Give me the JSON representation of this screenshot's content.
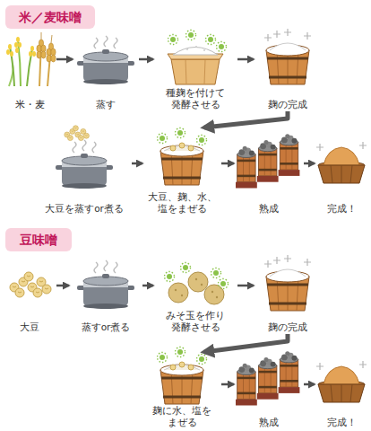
{
  "diagram": {
    "nodes": [
      {
        "text": [
          "米／麦味噌"
        ]
      },
      {
        "text": [
          "米・麦"
        ]
      },
      {
        "text": [
          "蒸す"
        ]
      },
      {
        "text": [
          "種麹を付けて 発酵させる"
        ]
      },
      {
        "text": [
          "麹の完成"
        ]
      },
      {
        "text": [
          "大豆を蒸すor煮る"
        ]
      },
      {
        "text": [
          "大豆、麹、水、 塩をまぜる"
        ]
      },
      {
        "text": [
          "熟成"
        ]
      },
      {
        "text": [
          "完成！"
        ]
      },
      {
        "text": [
          "豆味噌"
        ]
      },
      {
        "text": [
          "大豆"
        ]
      },
      {
        "text": [
          "蒸すor煮る"
        ]
      },
      {
        "text": [
          "みそ玉を作り 発酵させる"
        ]
      },
      {
        "text": [
          "麹の完成"
        ]
      },
      {
        "text": [
          "麹に水、塩を まぜる"
        ]
      },
      {
        "text": [
          "熟成"
        ]
      },
      {
        "text": [
          "完成！"
        ]
      }
    ],
    "edges": [
      {
        "from": 1,
        "to": 2,
        "arrow": "to"
      },
      {
        "from": 2,
        "to": 3,
        "arrow": "to"
      },
      {
        "from": 3,
        "to": 4,
        "arrow": "to"
      },
      {
        "from": 4,
        "to": 6,
        "arrow": "to"
      },
      {
        "from": 5,
        "to": 6,
        "arrow": "to"
      },
      {
        "from": 6,
        "to": 7,
        "arrow": "to"
      },
      {
        "from": 7,
        "to": 8,
        "arrow": "to"
      },
      {
        "from": 10,
        "to": 11,
        "arrow": "to"
      },
      {
        "from": 11,
        "to": 12,
        "arrow": "to"
      },
      {
        "from": 12,
        "to": 13,
        "arrow": "to"
      },
      {
        "from": 13,
        "to": 14,
        "arrow": "to"
      },
      {
        "from": 14,
        "to": 15,
        "arrow": "to"
      },
      {
        "from": 15,
        "to": 16,
        "arrow": "to"
      }
    ]
  }
}
